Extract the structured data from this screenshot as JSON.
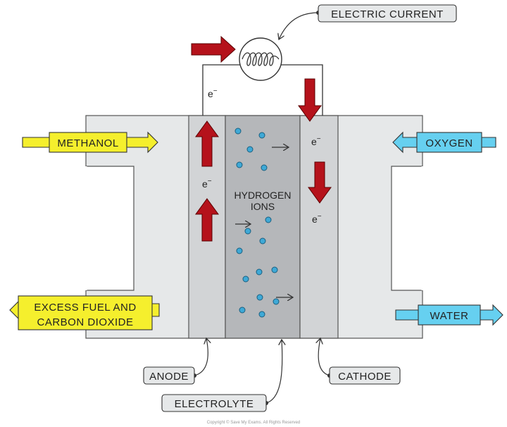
{
  "labels": {
    "electric_current": "ELECTRIC CURRENT",
    "methanol": "METHANOL",
    "excess_fuel_line1": "EXCESS FUEL AND",
    "excess_fuel_line2": "CARBON DIOXIDE",
    "oxygen": "OXYGEN",
    "water": "WATER",
    "hydrogen_line1": "HYDROGEN",
    "hydrogen_line2": "IONS",
    "anode": "ANODE",
    "electrolyte": "ELECTROLYTE",
    "cathode": "CATHODE",
    "electron": "e",
    "electron_charge": "−"
  },
  "copyright": "Copyright © Save My Exams. All Rights Reserved",
  "colors": {
    "input_arrow": "#f5ef2d",
    "water_oxygen_arrow": "#66d0f0",
    "current_arrow": "#b5121b",
    "ion_dot": "#3fa9d6",
    "outer_body": "#e6e8e9",
    "electrode": "#d2d4d6",
    "electrolyte": "#b5b7ba"
  }
}
